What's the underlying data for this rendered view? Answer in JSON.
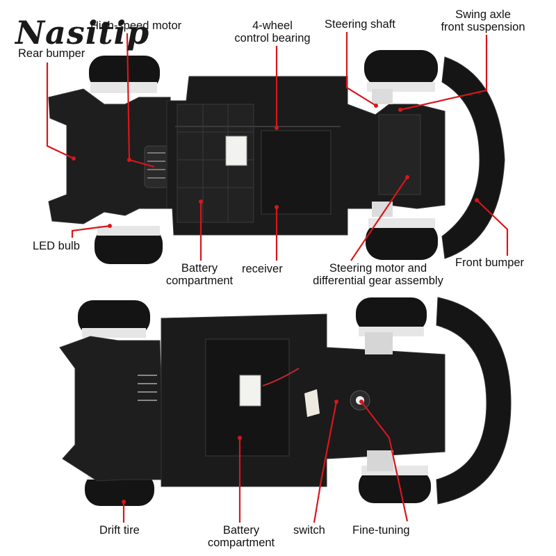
{
  "brand": {
    "logo_text": "Nasitip"
  },
  "top_view": {
    "labels": {
      "high_speed_motor": "High-speed motor",
      "rear_bumper": "Rear bumper",
      "wheel_bearing_line1": "4-wheel",
      "wheel_bearing_line2": "control bearing",
      "steering_shaft": "Steering shaft",
      "swing_axle_line1": "Swing axle",
      "swing_axle_line2": "front suspension",
      "led_bulb": "LED bulb",
      "battery_line1": "Battery",
      "battery_line2": "compartment",
      "receiver": "receiver",
      "steering_motor_line1": "Steering motor and",
      "steering_motor_line2": "differential gear assembly",
      "front_bumper": "Front bumper"
    }
  },
  "bottom_view": {
    "labels": {
      "drift_tire": "Drift tire",
      "battery_line1": "Battery",
      "battery_line2": "compartment",
      "switch": "switch",
      "fine_tuning": "Fine-tuning"
    }
  },
  "colors": {
    "callout": "#d8161c",
    "chassis": "#1b1b1b",
    "tire": "#141414",
    "rim": "#e8e8e8",
    "text": "#111111"
  }
}
